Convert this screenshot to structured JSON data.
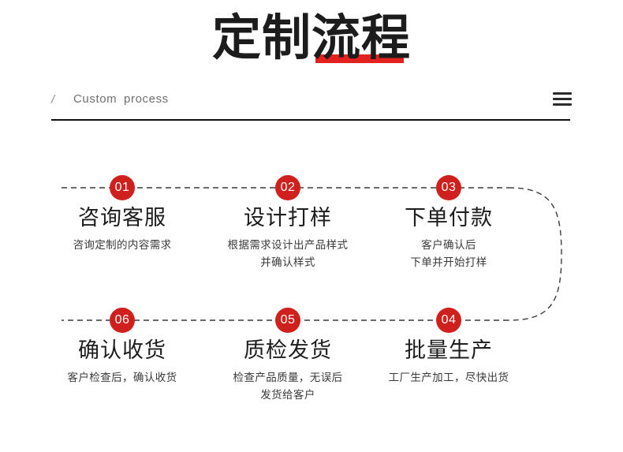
{
  "header": {
    "title": "定制流程",
    "title_accent_color": "#e3211f",
    "slash": "/",
    "subtitle": "Custom  process",
    "menu_icon": "hamburger-menu-icon"
  },
  "flow": {
    "accent_color": "#d0201e",
    "connector_color": "#3a3a3a",
    "connector_style": "dashed",
    "steps": [
      {
        "number": "01",
        "title": "咨询客服",
        "desc_lines": [
          "咨询定制的内容需求"
        ]
      },
      {
        "number": "02",
        "title": "设计打样",
        "desc_lines": [
          "根据需求设计出产品样式",
          "并确认样式"
        ]
      },
      {
        "number": "03",
        "title": "下单付款",
        "desc_lines": [
          "客户确认后",
          "下单并开始打样"
        ]
      },
      {
        "number": "04",
        "title": "批量生产",
        "desc_lines": [
          "工厂生产加工，尽快出货"
        ]
      },
      {
        "number": "05",
        "title": "质检发货",
        "desc_lines": [
          "检查产品质量，无误后",
          "发货给客户"
        ]
      },
      {
        "number": "06",
        "title": "确认收货",
        "desc_lines": [
          "客户检查后，确认收货"
        ]
      }
    ]
  }
}
